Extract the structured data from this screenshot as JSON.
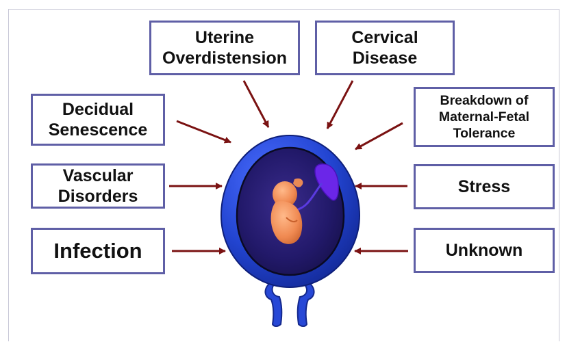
{
  "causes": {
    "uterine_overdistension": "Uterine\nOverdistension",
    "cervical_disease": "Cervical\nDisease",
    "decidual_senescence": "Decidual\nSenescence",
    "maternal_fetal_tolerance": "Breakdown of\nMaternal-Fetal\nTolerance",
    "vascular_disorders": "Vascular\nDisorders",
    "stress": "Stress",
    "infection": "Infection",
    "unknown": "Unknown"
  },
  "colors": {
    "box_border": "#5f5fa6",
    "arrow": "#7a1212",
    "uterus_outer": "#1f3fc4",
    "uterus_inner": "#1c1650",
    "placenta": "#6b26e8",
    "fetus": "#e8905a"
  }
}
